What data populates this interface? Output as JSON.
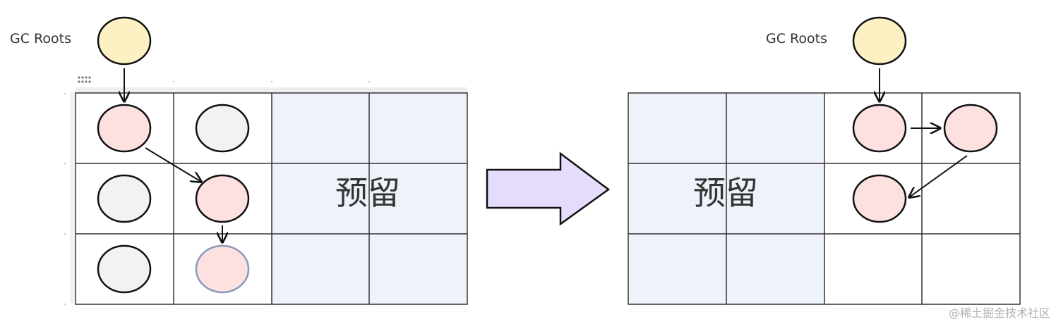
{
  "left_panel": {
    "gc_roots_label": "GC Roots",
    "reserved_label": "预留"
  },
  "transition": {
    "arrow_icon": "right-arrow-icon"
  },
  "right_panel": {
    "gc_roots_label": "GC Roots",
    "reserved_label": "预留"
  },
  "watermark": "@稀土掘金技术社区",
  "colors": {
    "gc_root_fill": "#fdf0c2",
    "live_object_fill": "#fde0e0",
    "dead_object_fill": "#f2f2f2",
    "reserved_area_fill": "#eef2fb",
    "transition_arrow_fill": "#e4dcfa"
  }
}
